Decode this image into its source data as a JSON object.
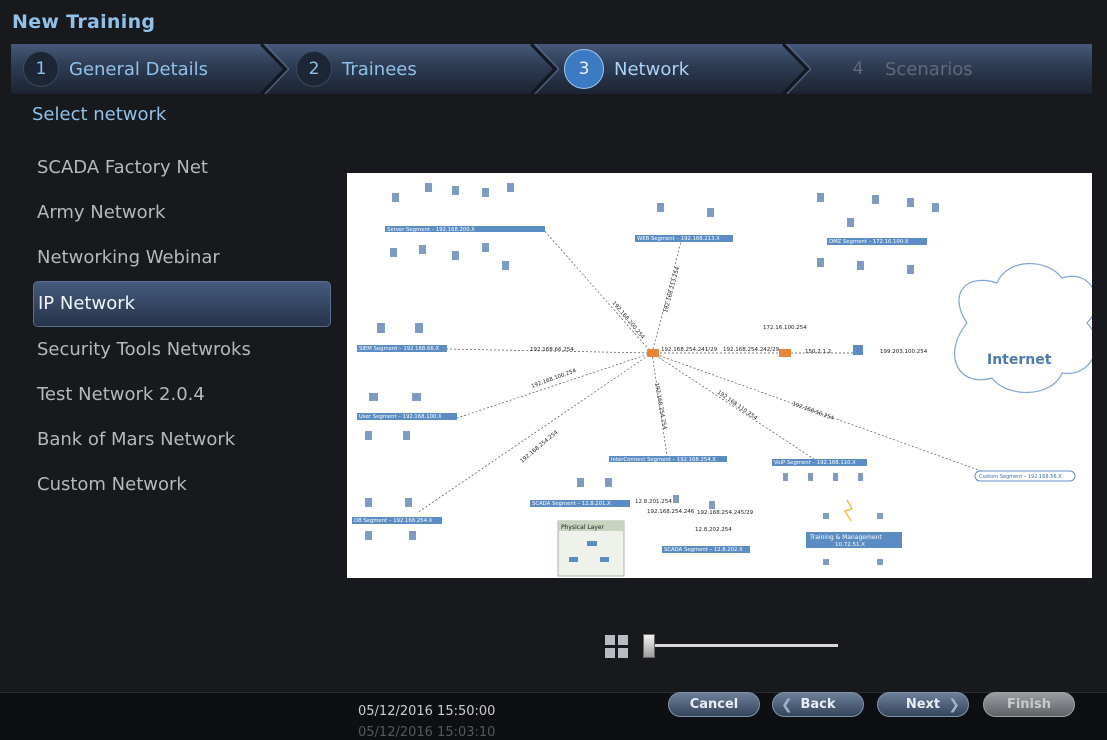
{
  "dialog": {
    "title": "New Training",
    "subtitle": "Select network"
  },
  "steps": [
    {
      "num": "1",
      "label": "General Details",
      "state": "done"
    },
    {
      "num": "2",
      "label": "Trainees",
      "state": "done"
    },
    {
      "num": "3",
      "label": "Network",
      "state": "active"
    },
    {
      "num": "4",
      "label": "Scenarios",
      "state": "disabled"
    }
  ],
  "networks": [
    {
      "label": "SCADA Factory Net",
      "selected": false
    },
    {
      "label": "Army Network",
      "selected": false
    },
    {
      "label": "Networking Webinar",
      "selected": false
    },
    {
      "label": "IP Network",
      "selected": true
    },
    {
      "label": "Security Tools Netwroks",
      "selected": false
    },
    {
      "label": "Test Network 2.0.4",
      "selected": false
    },
    {
      "label": "Bank of Mars Network",
      "selected": false
    },
    {
      "label": "Custom Network",
      "selected": false
    }
  ],
  "diagram": {
    "server_segment": "Server Segment – 192.168.200.X",
    "web_segment": "WEB Segment – 192.168.213.X",
    "dmz_segment": "DMZ Segment – 172.16.100.X",
    "siem_segment": "SIEM Segment – 192.168.66.X",
    "user_segment": "User Segment – 192.168.100.X",
    "db_segment": "DB Segment – 192.168.254.X",
    "interconnect_segment": "InterConnect Segment – 192.168.254.X",
    "scada_segment": "SCADA Segment – 12.8.201.X",
    "scada_segment2": "SCADA Segment – 12.8.202.X",
    "voip_segment": "VoIP Segment – 192.168.110.X",
    "custom_segment": "Custom Segment – 192.168.56.X",
    "training": "Training & Management",
    "training_ip": "10.72.51.X",
    "physical_layer": "Physical Layer",
    "internet": "Internet",
    "core_router": "192.168.254.241/29",
    "fw_link": "192.168.254.242/29",
    "dmz_gw": "172.16.100.254",
    "ext_ip1": "150.2.1.2",
    "ext_ip2": "199.203.100.254",
    "link_siem": "192.168.66.254",
    "link_user": "192.168.100.254",
    "link_db": "192.168.254.254",
    "link_server": "192.168.200.254",
    "link_web": "192.168.213.254",
    "link_inter": "192.168.254.254",
    "link_voip": "192.168.110.254",
    "link_custom": "192.168.56.254",
    "scada_gw": "12.8.201.254",
    "scada_gw2": "12.8.202.254",
    "inter_ip": "192.168.254.246",
    "inter_ip2": "192.168.254.245/29"
  },
  "buttons": {
    "cancel": "Cancel",
    "back": "Back",
    "next": "Next",
    "finish": "Finish"
  },
  "background": {
    "timestamps": [
      "05/12/2016 15:50:00",
      "05/12/2016 15:03:10"
    ]
  },
  "colors": {
    "accent_text": "#8fc1ea",
    "dialog_bg": "#17191c",
    "selected_item": "#3a4d6d",
    "active_step": "#3c7bc4"
  }
}
